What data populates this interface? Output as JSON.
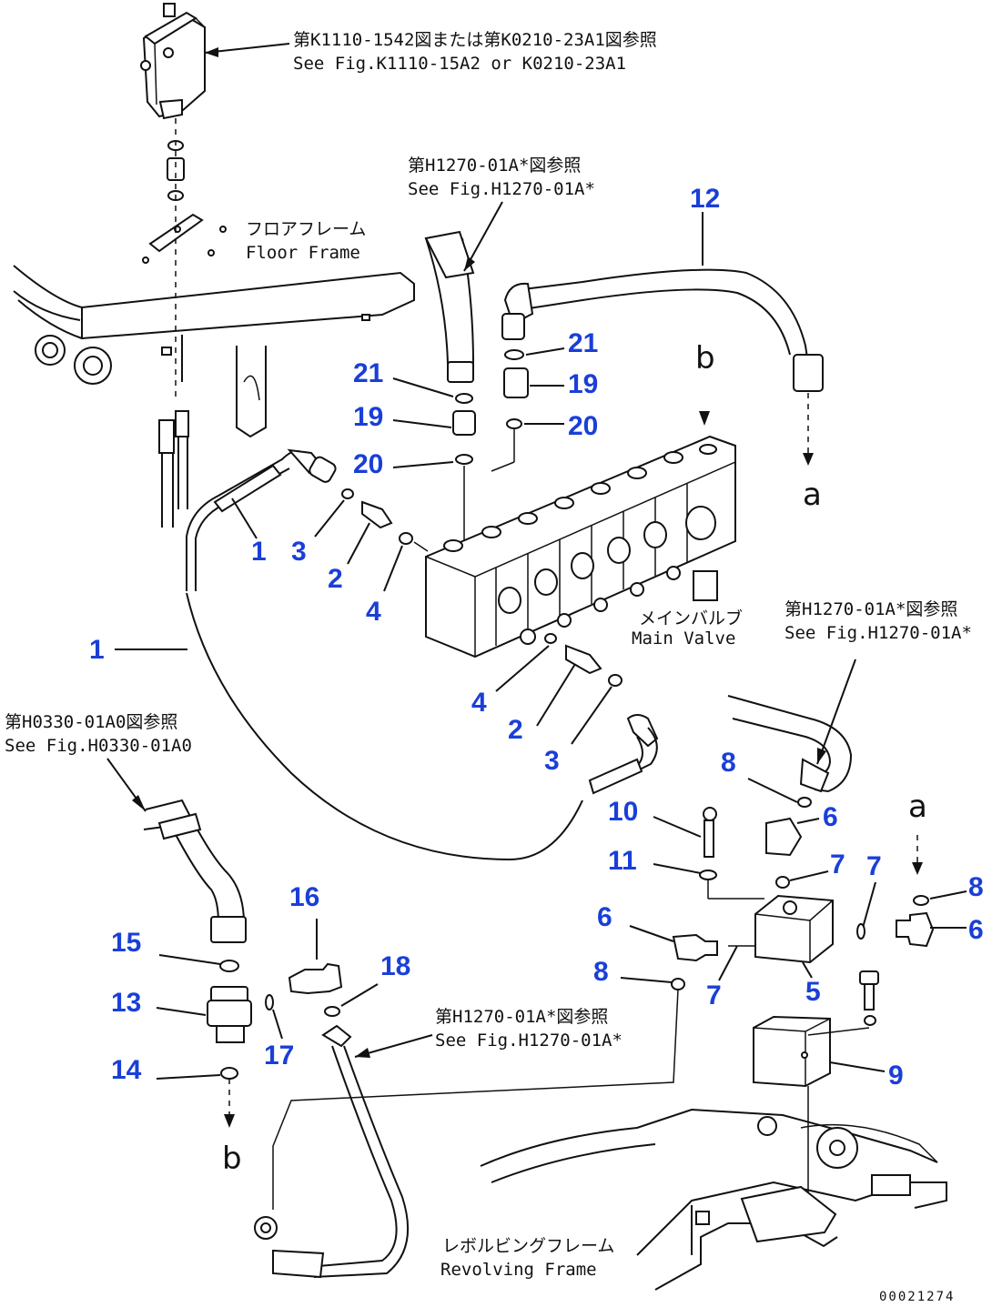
{
  "references": {
    "top_jp": "第K1110-1542図または第K0210-23A1図参照",
    "top_en": "See Fig.K1110-15A2 or K0210-23A1",
    "hose_jp": "第H1270-01A*図参照",
    "hose_en": "See Fig.H1270-01A*",
    "right_jp": "第H1270-01A*図参照",
    "right_en": "See Fig.H1270-01A*",
    "left_jp": "第H0330-01A0図参照",
    "left_en": "See Fig.H0330-01A0",
    "bottom_jp": "第H1270-01A*図参照",
    "bottom_en": "See Fig.H1270-01A*"
  },
  "components": {
    "floor_frame_jp": "フロアフレーム",
    "floor_frame_en": "Floor Frame",
    "main_valve_jp": "メインバルブ",
    "main_valve_en": "Main Valve",
    "revolving_frame_jp": "レボルビングフレーム",
    "revolving_frame_en": "Revolving Frame"
  },
  "connectors": {
    "a_top": "a",
    "a_right": "a",
    "b_top": "b",
    "b_bottom": "b"
  },
  "callouts": {
    "c12": "12",
    "c21a": "21",
    "c19a": "19",
    "c20a": "20",
    "c21b": "21",
    "c19b": "19",
    "c20b": "20",
    "c1a": "1",
    "c3a": "3",
    "c2a": "2",
    "c4a": "4",
    "c1b": "1",
    "c4b": "4",
    "c2b": "2",
    "c3b": "3",
    "c8a": "8",
    "c6a": "6",
    "c10": "10",
    "c11": "11",
    "c7a": "7",
    "c7b": "7",
    "c8b": "8",
    "c6b": "6",
    "c6c": "6",
    "c8c": "8",
    "c7c": "7",
    "c5": "5",
    "c9": "9",
    "c16": "16",
    "c15": "15",
    "c18": "18",
    "c13": "13",
    "c17": "17",
    "c14": "14"
  },
  "drawing_code": "00021274"
}
